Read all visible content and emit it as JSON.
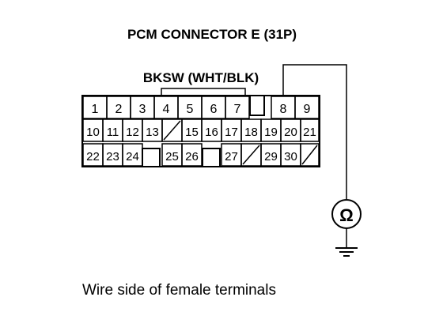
{
  "diagram": {
    "title": "PCM CONNECTOR E (31P)",
    "signal_label": "BKSW (WHT/BLK)",
    "caption": "Wire side of female terminals",
    "meter_symbol": "Ω",
    "connector": {
      "rows": [
        [
          "1",
          "2",
          "3",
          "4",
          "5",
          "6",
          "7",
          "",
          "8",
          "9"
        ],
        [
          "10",
          "11",
          "12",
          "13",
          "",
          "15",
          "16",
          "17",
          "18",
          "19",
          "20",
          "21"
        ],
        [
          "22",
          "23",
          "24",
          "",
          "25",
          "26",
          "",
          "27",
          "",
          "29",
          "30",
          ""
        ]
      ],
      "probed_terminal": "8"
    }
  }
}
